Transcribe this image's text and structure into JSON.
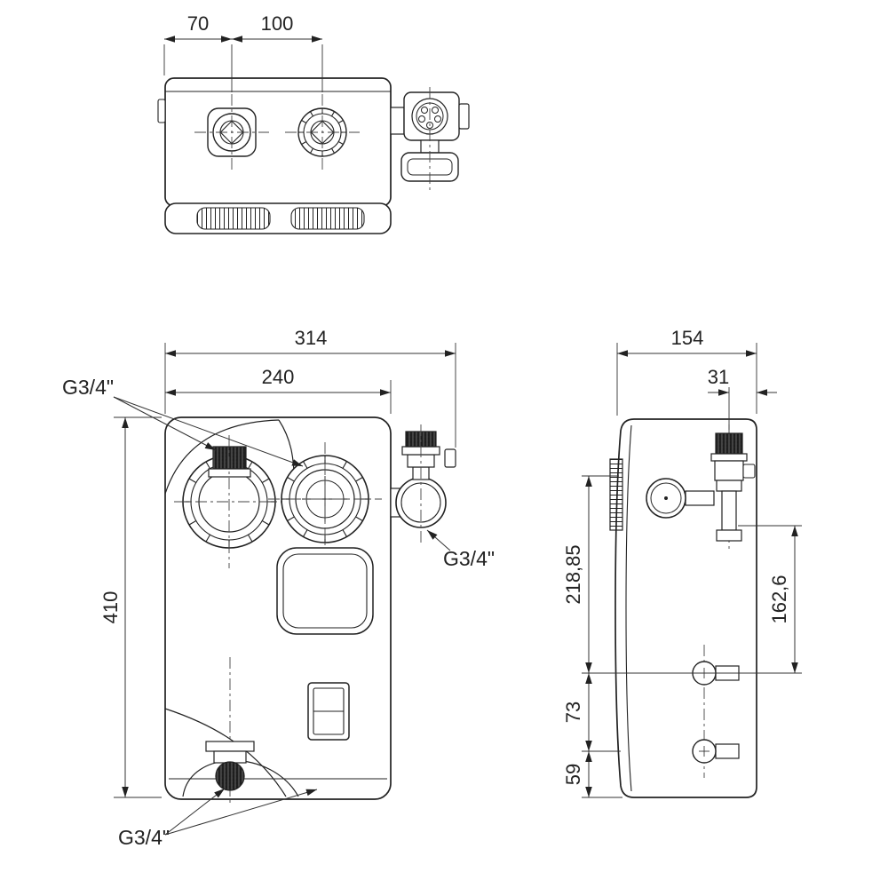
{
  "colors": {
    "ink": "#222222",
    "background": "#ffffff"
  },
  "top_view": {
    "dim_left_port_offset": "70",
    "dim_port_spacing": "100"
  },
  "front_view": {
    "dim_total_width": "314",
    "dim_body_width": "240",
    "dim_height": "410",
    "label_top_connections": "G3/4\"",
    "label_side_connection": "G3/4\"",
    "label_bottom_connections": "G3/4\""
  },
  "side_view": {
    "dim_depth": "154",
    "dim_valve_offset": "31",
    "dim_upper_span": "218,85",
    "dim_mid_span": "162,6",
    "dim_port_spacing": "73",
    "dim_bottom_offset": "59"
  }
}
